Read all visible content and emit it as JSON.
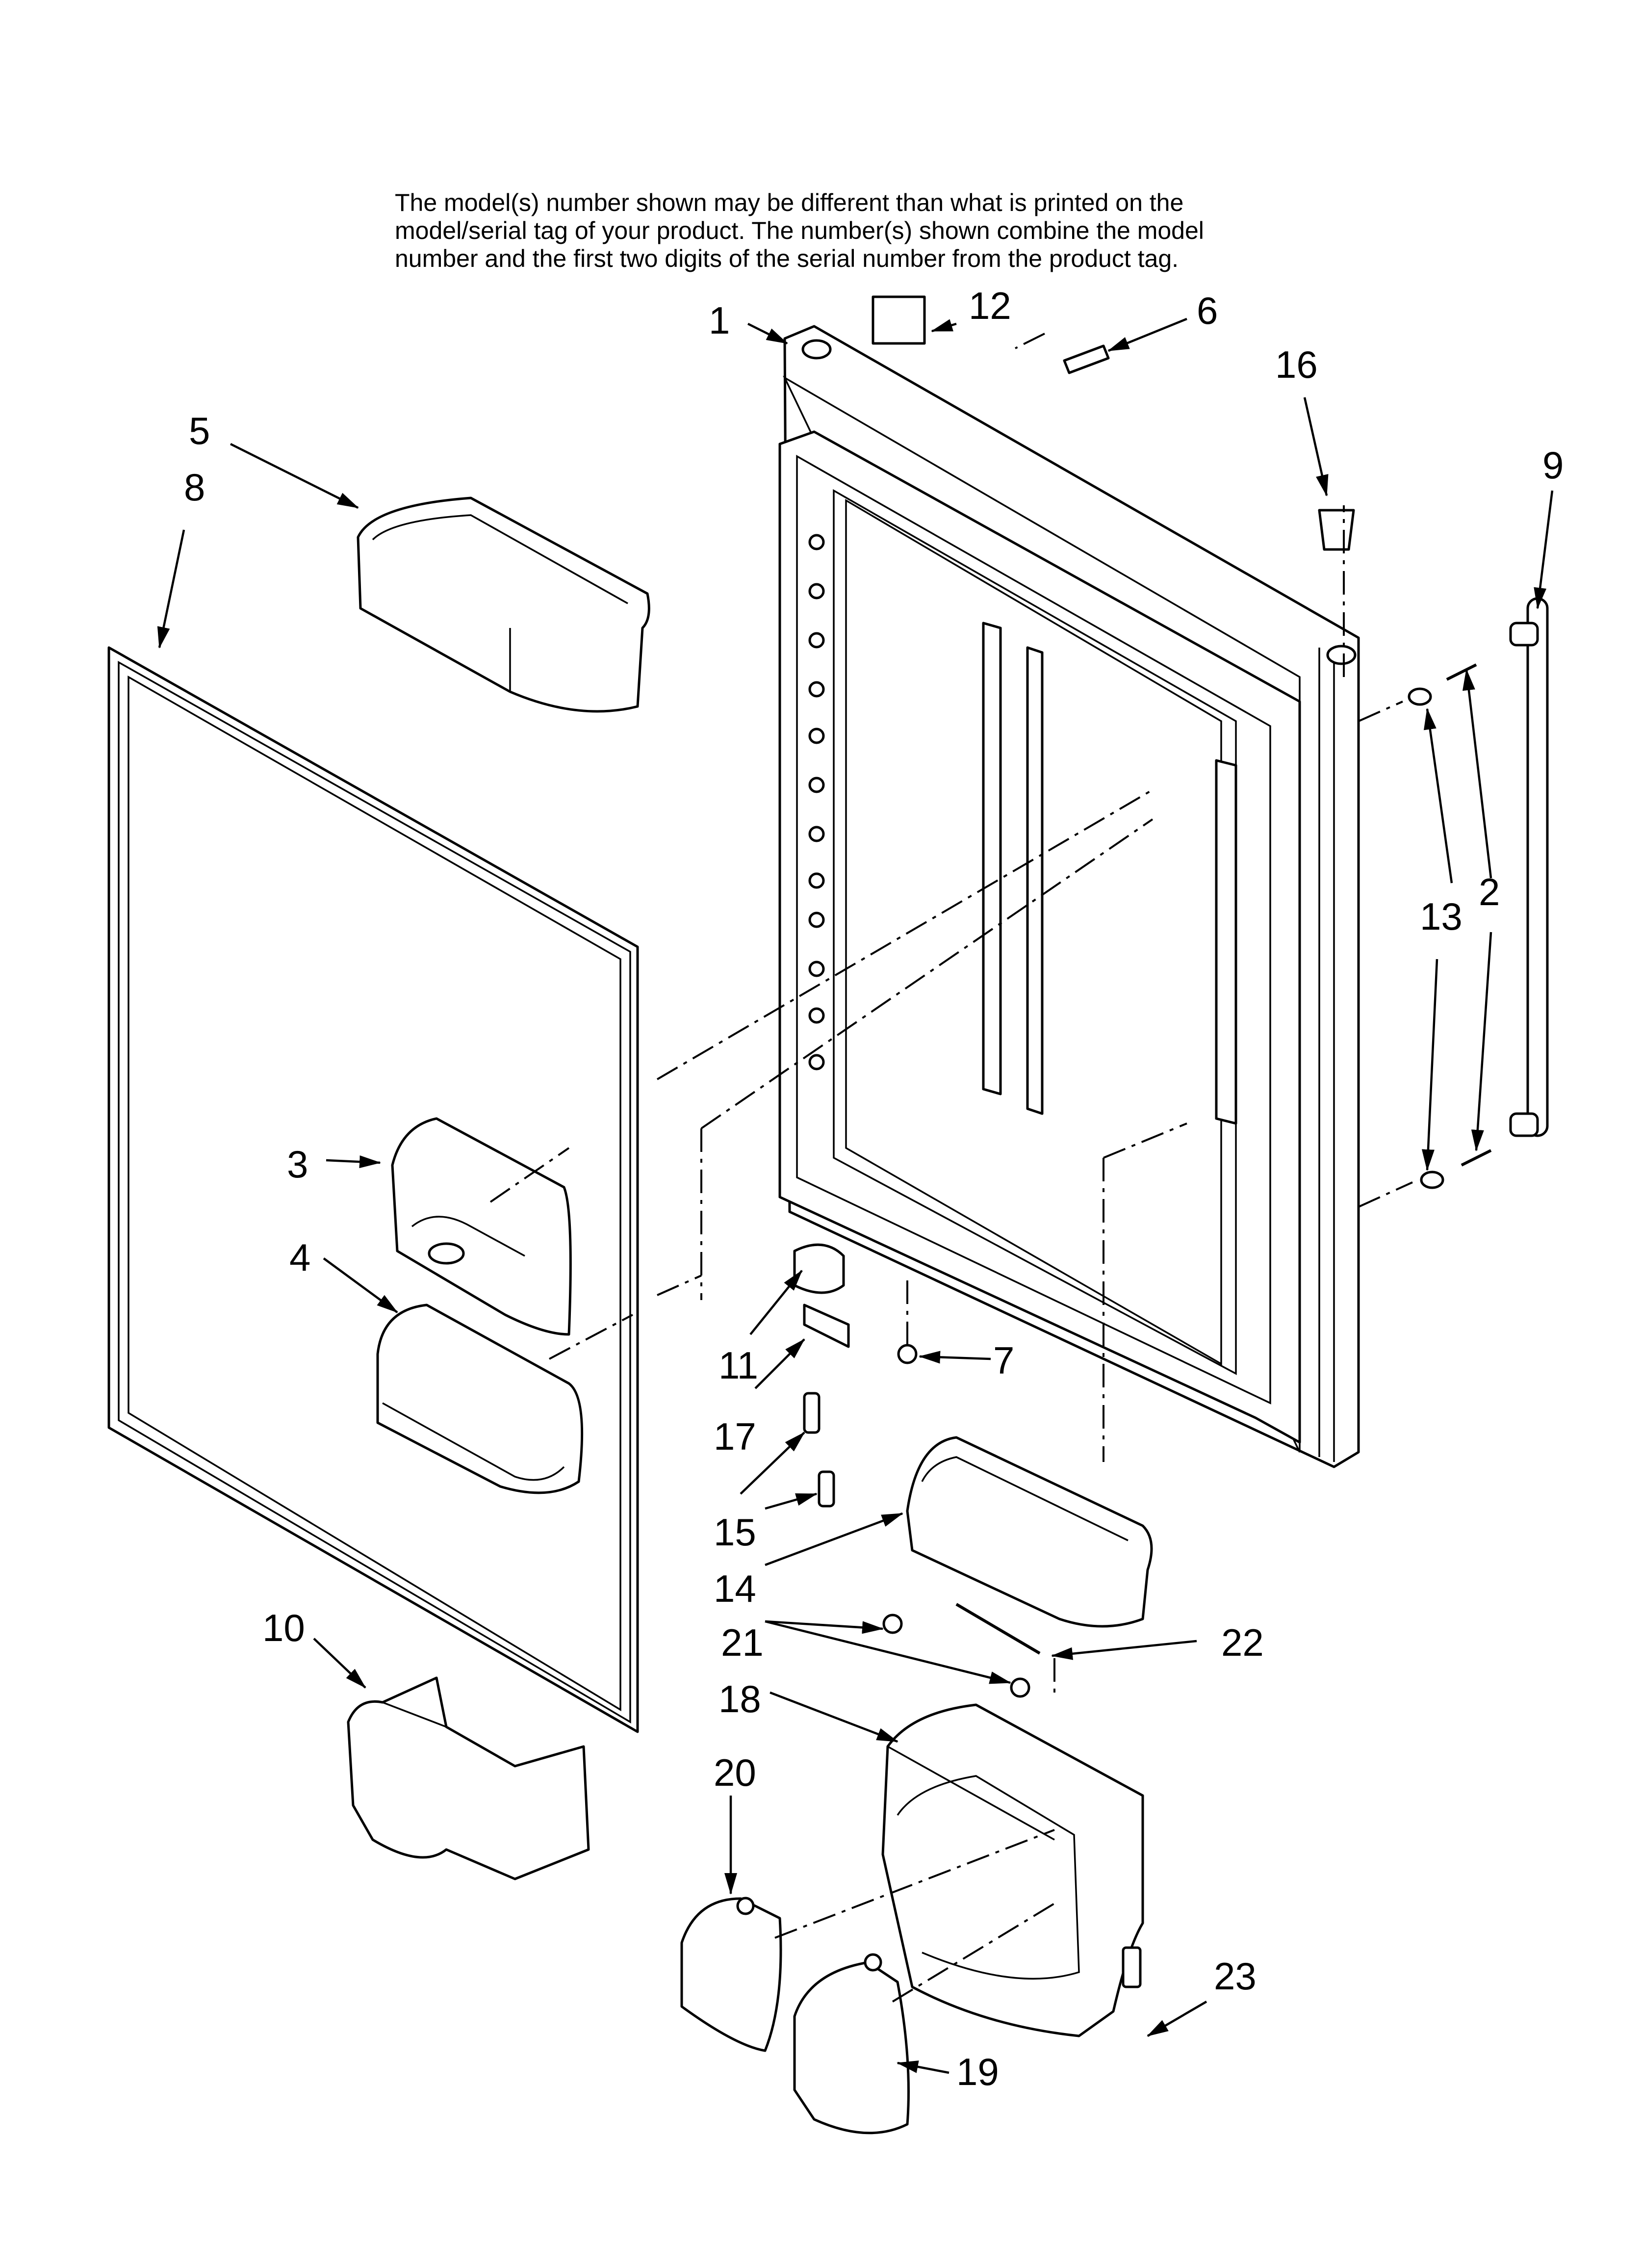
{
  "note": {
    "line1": "The model(s) number shown may be different than what is printed on the",
    "line2": "model/serial tag of your product. The number(s) shown combine the model",
    "line3": "number and the first two digits of the serial number from the product tag."
  },
  "callouts": {
    "c1": "1",
    "c2": "2",
    "c3": "3",
    "c4": "4",
    "c5": "5",
    "c6": "6",
    "c7": "7",
    "c8": "8",
    "c9": "9",
    "c10": "10",
    "c11": "11",
    "c12": "12",
    "c13": "13",
    "c14": "14",
    "c15": "15",
    "c16": "16",
    "c17": "17",
    "c18": "18",
    "c19": "19",
    "c20": "20",
    "c21": "21",
    "c22": "22",
    "c23": "23"
  }
}
